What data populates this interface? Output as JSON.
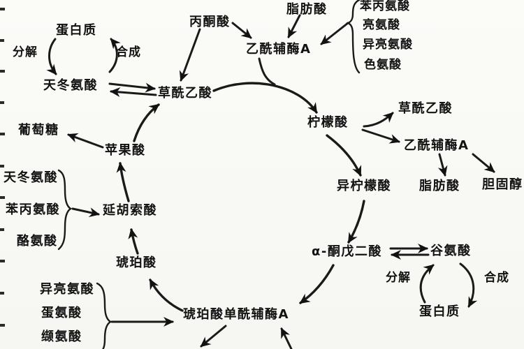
{
  "diagram_title": "",
  "colors": {
    "ink": "#121212",
    "background": "#f9f9f5"
  },
  "nodes": {
    "protein_top": "蛋白质",
    "decompose_top": "分解",
    "synthesis_top": "合成",
    "aspartate_top": "天冬氨酸",
    "oxaloacetate_cycle": "草酰乙酸",
    "pyruvate": "丙酮酸",
    "fatty_acid_top": "脂肪酸",
    "acetyl_coa_top": "乙酰辅酶A",
    "phenylalanine_tr": "苯丙氨酸",
    "leucine_tr": "亮氨酸",
    "isoleucine_tr": "异亮氨酸",
    "tryptophan_tr": "色氨酸",
    "citrate": "柠檬酸",
    "oxaloacetate_right": "草酰乙酸",
    "acetyl_coa_right": "乙酰辅酶A",
    "fatty_acid_right": "脂肪酸",
    "cholesterol": "胆固醇",
    "isocitrate": "异柠檬酸",
    "alpha_ketoglutarate": "α-酮戊二酸",
    "glutamate": "谷氨酸",
    "decompose_right": "分解",
    "synthesis_right": "合成",
    "protein_right": "蛋白质",
    "glucose": "葡萄糖",
    "malate": "苹果酸",
    "aspartate_left": "天冬氨酸",
    "phenylalanine_left": "苯丙氨酸",
    "tyrosine_left": "酪氨酸",
    "fumarate": "延胡索酸",
    "succinate": "琥珀酸",
    "isoleucine_bl": "异亮氨酸",
    "methionine_bl": "蛋氨酸",
    "valine_bl": "缬氨酸",
    "succinyl_coa": "琥珀酸单酰辅酶A"
  },
  "groups": {
    "amino_group_top_right": [
      "phenylalanine_tr",
      "leucine_tr",
      "isoleucine_tr",
      "tryptophan_tr"
    ],
    "amino_group_left": [
      "aspartate_left",
      "phenylalanine_left",
      "tyrosine_left"
    ],
    "amino_group_bottom_left": [
      "isoleucine_bl",
      "methionine_bl",
      "valine_bl"
    ]
  },
  "edges": [
    {
      "from": "protein_top",
      "to": "aspartate_top",
      "label": "分解"
    },
    {
      "from": "aspartate_top",
      "to": "protein_top",
      "label": "合成"
    },
    {
      "from": "aspartate_top",
      "to": "oxaloacetate_cycle",
      "style": "reversible"
    },
    {
      "from": "pyruvate",
      "to": "acetyl_coa_top"
    },
    {
      "from": "pyruvate",
      "to": "oxaloacetate_cycle"
    },
    {
      "from": "fatty_acid_top",
      "to": "acetyl_coa_top"
    },
    {
      "from": "amino_group_top_right",
      "to": "acetyl_coa_top"
    },
    {
      "from": "acetyl_coa_top",
      "to": "citrate"
    },
    {
      "from": "oxaloacetate_cycle",
      "to": "citrate",
      "style": "cycle"
    },
    {
      "from": "citrate",
      "to": "oxaloacetate_right"
    },
    {
      "from": "citrate",
      "to": "acetyl_coa_right"
    },
    {
      "from": "acetyl_coa_right",
      "to": "fatty_acid_right"
    },
    {
      "from": "acetyl_coa_right",
      "to": "cholesterol"
    },
    {
      "from": "citrate",
      "to": "isocitrate",
      "style": "cycle"
    },
    {
      "from": "isocitrate",
      "to": "alpha_ketoglutarate",
      "style": "cycle"
    },
    {
      "from": "alpha_ketoglutarate",
      "to": "glutamate",
      "style": "reversible"
    },
    {
      "from": "protein_right",
      "to": "glutamate",
      "label": "分解"
    },
    {
      "from": "glutamate",
      "to": "protein_right",
      "label": "合成"
    },
    {
      "from": "alpha_ketoglutarate",
      "to": "succinyl_coa",
      "style": "cycle"
    },
    {
      "from": "succinyl_coa",
      "to": "succinate",
      "style": "cycle"
    },
    {
      "from": "succinate",
      "to": "fumarate",
      "style": "cycle"
    },
    {
      "from": "fumarate",
      "to": "malate",
      "style": "cycle"
    },
    {
      "from": "malate",
      "to": "oxaloacetate_cycle",
      "style": "cycle"
    },
    {
      "from": "malate",
      "to": "glucose"
    },
    {
      "from": "amino_group_left",
      "to": "fumarate"
    },
    {
      "from": "amino_group_bottom_left",
      "to": "succinyl_coa"
    }
  ]
}
